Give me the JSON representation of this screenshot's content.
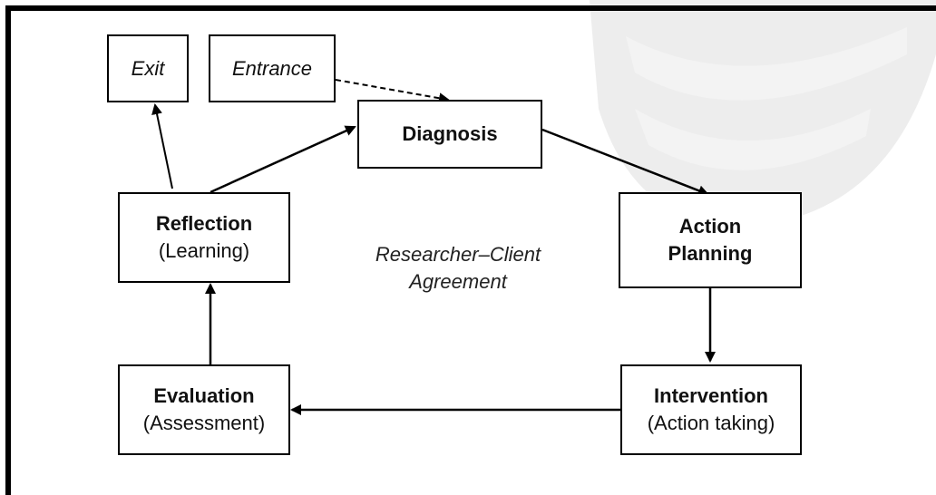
{
  "diagram": {
    "nodes": {
      "exit": {
        "label": "Exit"
      },
      "entrance": {
        "label": "Entrance"
      },
      "diagnosis": {
        "label": "Diagnosis"
      },
      "action_planning": {
        "line1": "Action",
        "line2": "Planning"
      },
      "intervention": {
        "title": "Intervention",
        "subtitle": "(Action taking)"
      },
      "evaluation": {
        "title": "Evaluation",
        "subtitle": "(Assessment)"
      },
      "reflection": {
        "title": "Reflection",
        "subtitle": "(Learning)"
      }
    },
    "center_label": {
      "line1": "Researcher–Client",
      "line2": "Agreement"
    },
    "edges": [
      {
        "from": "entrance",
        "to": "diagnosis",
        "style": "dashed"
      },
      {
        "from": "diagnosis",
        "to": "action_planning",
        "style": "solid"
      },
      {
        "from": "action_planning",
        "to": "intervention",
        "style": "solid"
      },
      {
        "from": "intervention",
        "to": "evaluation",
        "style": "solid"
      },
      {
        "from": "evaluation",
        "to": "reflection",
        "style": "solid"
      },
      {
        "from": "reflection",
        "to": "diagnosis",
        "style": "solid"
      },
      {
        "from": "reflection",
        "to": "exit",
        "style": "solid"
      }
    ]
  }
}
